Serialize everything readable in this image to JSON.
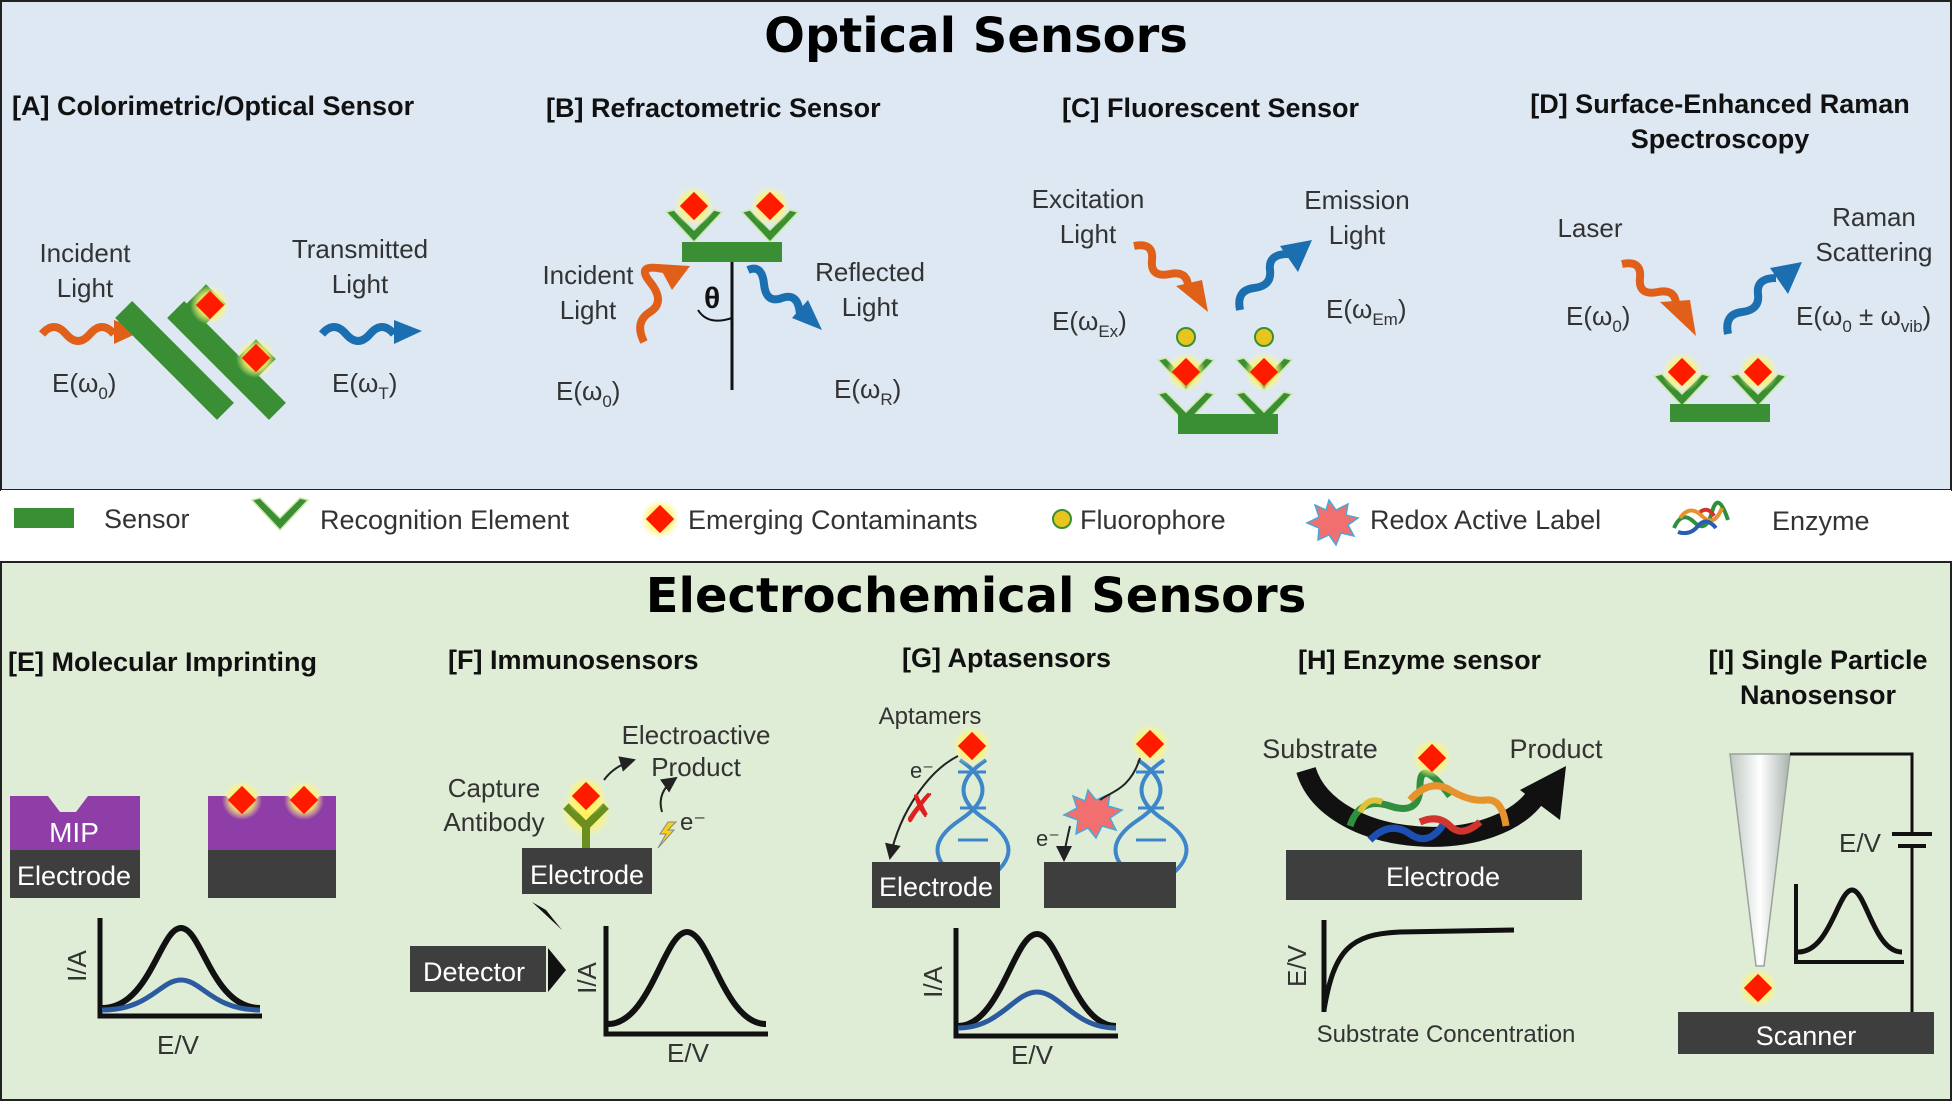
{
  "optical": {
    "title": "Optical Sensors",
    "a": {
      "heading": "[A] Colorimetric/Optical  Sensor",
      "incident_1": "Incident",
      "incident_2": "Light",
      "transmitted_1": "Transmitted",
      "transmitted_2": "Light",
      "e_in": "E(ω",
      "e_in_sub": "0",
      "e_out": "E(ω",
      "e_out_sub": "T"
    },
    "b": {
      "heading": "[B] Refractometric Sensor",
      "incident_1": "Incident",
      "incident_2": "Light",
      "reflected_1": "Reflected",
      "reflected_2": "Light",
      "theta": "θ",
      "e_in": "E(ω",
      "e_in_sub": "0",
      "e_out": "E(ω",
      "e_out_sub": "R"
    },
    "c": {
      "heading": "[C] Fluorescent Sensor",
      "excitation_1": "Excitation",
      "excitation_2": "Light",
      "emission_1": "Emission",
      "emission_2": "Light",
      "e_in": "E(ω",
      "e_in_sub": "Ex",
      "e_out": "E(ω",
      "e_out_sub": "Em"
    },
    "d": {
      "heading_1": "[D] Surface-Enhanced Raman",
      "heading_2": "Spectroscopy",
      "laser": "Laser",
      "raman_1": "Raman",
      "raman_2": "Scattering",
      "e_in": "E(ω",
      "e_in_sub": "0",
      "e_out_a": "E(ω",
      "e_out_sub1": "0",
      "e_out_b": " ± ω",
      "e_out_sub2": "vib"
    }
  },
  "legend": {
    "sensor": "Sensor",
    "recognition": "Recognition Element",
    "contaminants": "Emerging  Contaminants",
    "fluorophore": "Fluorophore",
    "redox": "Redox Active Label",
    "enzyme": "Enzyme"
  },
  "electrochemical": {
    "title": "Electrochemical Sensors",
    "e": {
      "heading": "[E] Molecular  Imprinting",
      "mip": "MIP",
      "electrode": "Electrode",
      "ylabel": "I/A",
      "xlabel": "E/V"
    },
    "f": {
      "heading": "[F] Immunosensors",
      "product_1": "Electroactive",
      "product_2": "Product",
      "capture_1": "Capture",
      "capture_2": "Antibody",
      "electron": "e⁻",
      "electrode": "Electrode",
      "detector": "Detector",
      "ylabel": "I/A",
      "xlabel": "E/V"
    },
    "g": {
      "heading": "[G] Aptasensors",
      "aptamers": "Aptamers",
      "electron_1": "e⁻",
      "electron_2": "e⁻",
      "electrode": "Electrode",
      "ylabel": "I/A",
      "xlabel": "E/V"
    },
    "h": {
      "heading": "[H]  Enzyme sensor",
      "substrate": "Substrate",
      "product": "Product",
      "electrode": "Electrode",
      "ylabel": "E/V",
      "xlabel": "Substrate Concentration"
    },
    "i": {
      "heading_1": "[I] Single Particle",
      "heading_2": "Nanosensor",
      "ev": "E/V",
      "scanner": "Scanner"
    }
  },
  "colors": {
    "optical_bg": "#dde8f3",
    "electro_bg": "#dfecd6",
    "sensor_green": "#3a8f35",
    "contaminant_red": "#ff1a00",
    "contaminant_glow": "#ffe71a",
    "arrow_orange": "#e0601a",
    "arrow_blue": "#1b6fb0",
    "mip_purple": "#8e3ea6",
    "electrode_dark": "#3e3e3e",
    "fluorophore": "#e8c51e",
    "redox": "#f26f6f",
    "peak_blue": "#2b5a9e"
  }
}
